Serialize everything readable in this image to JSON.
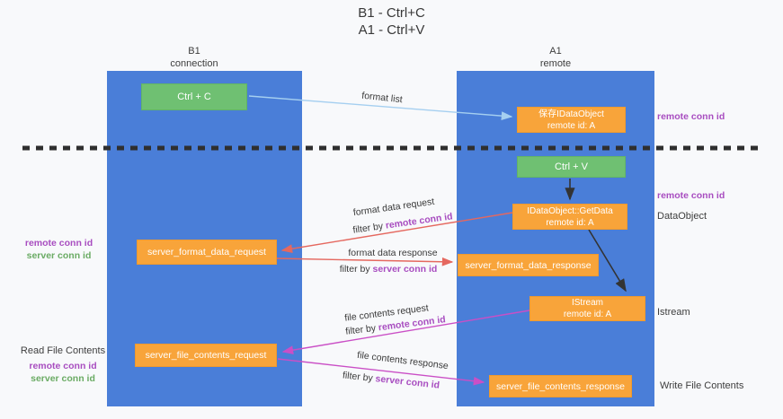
{
  "title": {
    "line1": "B1 - Ctrl+C",
    "line2": "A1 - Ctrl+V"
  },
  "colors": {
    "lane_blue": "#4a7ed8",
    "box_orange": "#f8a43a",
    "box_green": "#6fc072",
    "arrow_light_blue": "#a5cff0",
    "arrow_black": "#333333",
    "arrow_red": "#e5685f",
    "arrow_magenta": "#ca4fc6",
    "label_purple": "#a84dc0",
    "label_green": "#6aab64"
  },
  "lanes": {
    "left": {
      "name": "B1",
      "role": "connection"
    },
    "right": {
      "name": "A1",
      "role": "remote"
    }
  },
  "boxes": {
    "ctrl_c": {
      "label": "Ctrl + C"
    },
    "save_idataobject": {
      "line1": "保存IDataObject",
      "line2": "remote id: A"
    },
    "ctrl_v": {
      "label": "Ctrl + V"
    },
    "getdata": {
      "line1": "IDataObject::GetData",
      "line2": "remote id: A"
    },
    "format_request": {
      "label": "server_format_data_request"
    },
    "format_response": {
      "label": "server_format_data_response"
    },
    "istream": {
      "line1": "IStream",
      "line2": "remote id: A"
    },
    "file_request": {
      "label": "server_file_contents_request"
    },
    "file_response": {
      "label": "server_file_contents_response"
    }
  },
  "flow_labels": {
    "format_list": "format list",
    "format_data_request": "format data request",
    "format_data_request_filter": {
      "prefix": "filter by ",
      "id": "remote conn id"
    },
    "format_data_response": "format data response",
    "format_data_response_filter": {
      "prefix": "filter by ",
      "id": "server conn id"
    },
    "file_contents_request": "file contents request",
    "file_contents_request_filter": {
      "prefix": "filter by ",
      "id": "remote conn id"
    },
    "file_contents_response": "file contents response",
    "file_contents_response_filter": {
      "prefix": "filter by ",
      "id": "server conn id"
    }
  },
  "side_labels": {
    "right_top_conn_id": "remote conn id",
    "right_mid_conn_id": "remote conn id",
    "dataobject": "DataObject",
    "istream": "Istream",
    "write_file_contents": "Write File Contents",
    "left_format_remote": "remote conn id",
    "left_format_server": "server conn id",
    "read_file_contents": "Read File Contents",
    "left_file_remote": "remote conn id",
    "left_file_server": "server conn id"
  }
}
